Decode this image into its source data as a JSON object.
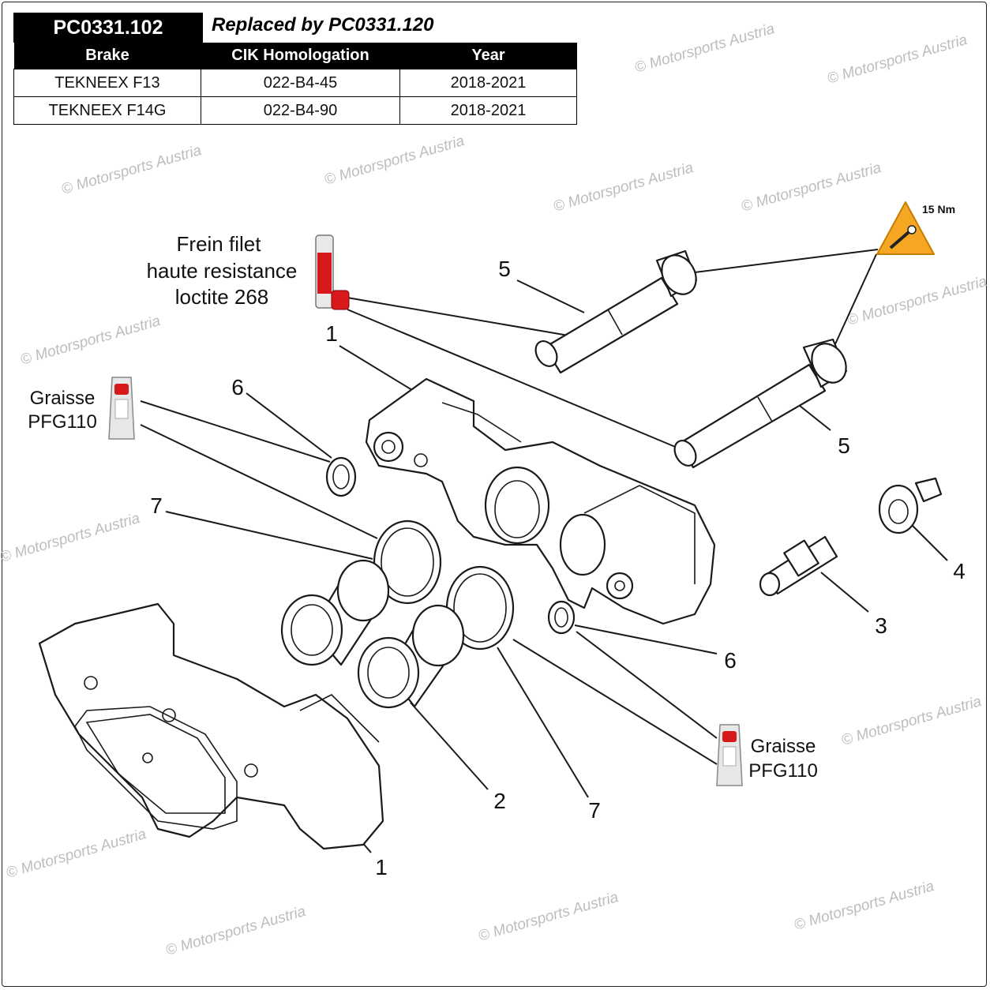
{
  "header": {
    "part_code": "PC0331.102",
    "replaced_by": "Replaced by PC0331.120"
  },
  "table": {
    "columns": [
      "Brake",
      "CIK Homologation",
      "Year"
    ],
    "rows": [
      [
        "TEKNEEX F13",
        "022-B4-45",
        "2018-2021"
      ],
      [
        "TEKNEEX F14G",
        "022-B4-90",
        "2018-2021"
      ]
    ]
  },
  "annotations": {
    "threadlock": [
      "Frein filet",
      "haute resistance",
      "loctite 268"
    ],
    "grease_left": [
      "Graisse",
      "PFG110"
    ],
    "grease_right": [
      "Graisse",
      "PFG110"
    ],
    "torque": "15 Nm"
  },
  "callouts": {
    "c1_top": "1",
    "c1_bottom": "1",
    "c2": "2",
    "c3": "3",
    "c4": "4",
    "c5_top": "5",
    "c5_right": "5",
    "c6_top": "6",
    "c6_right": "6",
    "c7_left": "7",
    "c7_bottom": "7"
  },
  "watermark": "© Motorsports Austria",
  "colors": {
    "header_bg": "#000000",
    "loctite_red": "#d7191c",
    "torque_warning": "#f5a623"
  }
}
